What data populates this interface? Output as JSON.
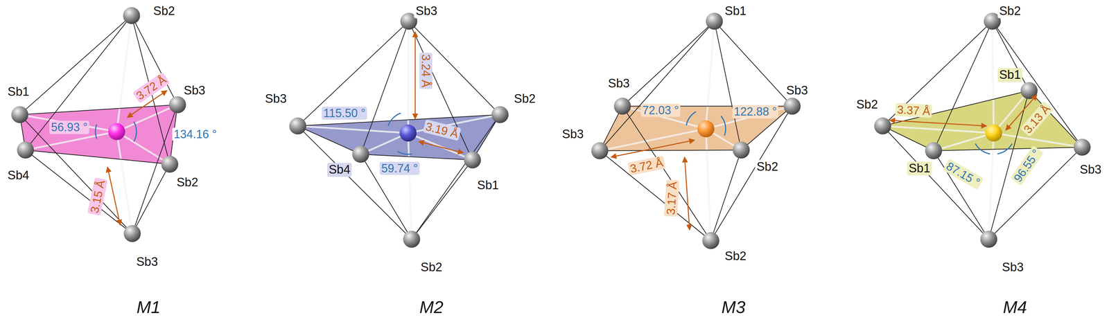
{
  "diagram": {
    "labels": [
      "Sb2",
      "Sb1",
      "Sb3",
      "Sb4",
      "Sb2",
      "Sb3",
      "3.72 Å",
      "56.93 °",
      "134.16 °",
      "3.15 Å",
      "M1",
      "Sb3",
      "Sb3",
      "Sb4",
      "Sb2",
      "Sb1",
      "Sb2",
      "3.24 Å",
      "115.50 °",
      "3.19 Å",
      "59.74 °",
      "M2",
      "Sb1",
      "Sb3",
      "Sb3",
      "Sb3",
      "Sb2",
      "Sb2",
      "72.03 °",
      "122.88 °",
      "3.72 Å",
      "3.17 Å",
      "M3",
      "Sb2",
      "Sb2",
      "Sb1",
      "Sb1",
      "Sb3",
      "Sb3",
      "3.37 Å",
      "3.13 Å",
      "87.15 °",
      "96.55 °",
      "M4"
    ]
  }
}
